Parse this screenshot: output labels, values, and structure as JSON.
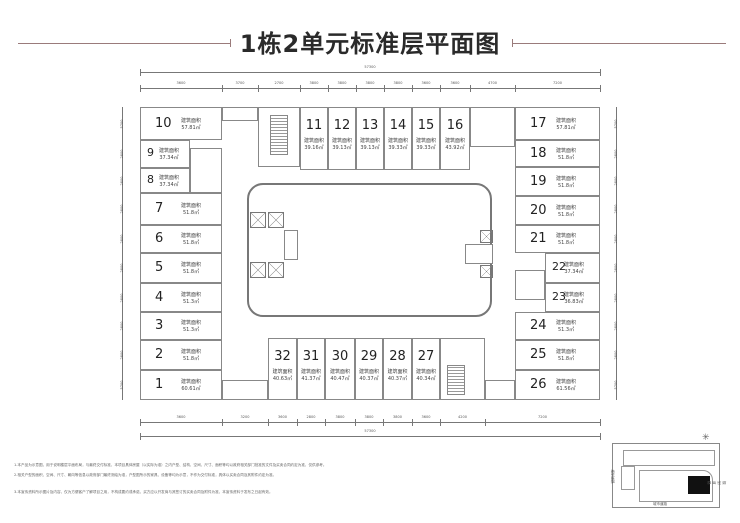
{
  "title": "1栋2单元标准层平面图",
  "dimensions": {
    "total_top": "57300",
    "total_bottom": "57300",
    "top": [
      "3600",
      "3700",
      "2700",
      "3800",
      "3800",
      "3800",
      "3800",
      "3600",
      "3600",
      "4700",
      "7200"
    ],
    "bottom": [
      "3600",
      "3200",
      "3600",
      "2800",
      "3800",
      "3800",
      "3800",
      "3600",
      "4200",
      "7200"
    ],
    "left": [
      "5700",
      "2800",
      "2800",
      "2800",
      "2800",
      "2800",
      "2800",
      "2800",
      "2800",
      "5700"
    ],
    "right": [
      "5700",
      "2800",
      "2800",
      "2800",
      "2800",
      "2800",
      "2800",
      "2800",
      "2800",
      "5700"
    ]
  },
  "area_label": "建筑面积",
  "units": [
    {
      "no": "1",
      "area": "60.61㎡"
    },
    {
      "no": "2",
      "area": "51.8㎡"
    },
    {
      "no": "3",
      "area": "51.3㎡"
    },
    {
      "no": "4",
      "area": "51.3㎡"
    },
    {
      "no": "5",
      "area": "51.8㎡"
    },
    {
      "no": "6",
      "area": "51.8㎡"
    },
    {
      "no": "7",
      "area": "51.8㎡"
    },
    {
      "no": "8",
      "area": "37.34㎡"
    },
    {
      "no": "9",
      "area": "37.34㎡"
    },
    {
      "no": "10",
      "area": "57.81㎡"
    },
    {
      "no": "11",
      "area": "39.16㎡"
    },
    {
      "no": "12",
      "area": "39.13㎡"
    },
    {
      "no": "13",
      "area": "39.13㎡"
    },
    {
      "no": "14",
      "area": "39.33㎡"
    },
    {
      "no": "15",
      "area": "39.33㎡"
    },
    {
      "no": "16",
      "area": "43.92㎡"
    },
    {
      "no": "17",
      "area": "57.81㎡"
    },
    {
      "no": "18",
      "area": "51.8㎡"
    },
    {
      "no": "19",
      "area": "51.8㎡"
    },
    {
      "no": "20",
      "area": "51.8㎡"
    },
    {
      "no": "21",
      "area": "51.8㎡"
    },
    {
      "no": "22",
      "area": "37.34㎡"
    },
    {
      "no": "23",
      "area": "36.83㎡"
    },
    {
      "no": "24",
      "area": "51.3㎡"
    },
    {
      "no": "25",
      "area": "51.8㎡"
    },
    {
      "no": "26",
      "area": "61.56㎡"
    },
    {
      "no": "27",
      "area": "40.34㎡"
    },
    {
      "no": "28",
      "area": "40.37㎡"
    },
    {
      "no": "29",
      "area": "40.37㎡"
    },
    {
      "no": "30",
      "area": "40.47㎡"
    },
    {
      "no": "31",
      "area": "41.37㎡"
    },
    {
      "no": "32",
      "area": "40.63㎡"
    }
  ],
  "notes": [
    "1.本产品为示意图，用于说明楼层平面布局，与最终交付标准，本项目具体房屋（以实际为准）之内户型、结构、空间、尺寸、面积等均以政府相关部门批准的文件及买卖合同约定为准，仅供参考。",
    "2.相关户型的面积、空间、尺寸、朝向等信息以政府部门最终测绘为准，户型图所示的家具、设备等均为示意，不作为交付标准，具体以买卖合同及其附件约定为准。",
    "3.本宣传资料所示图片及内容，仅为方便客户了解项目之用，不构成要约或承诺，买方应以开发商与其签订的买卖合同及附件为准，本宣传资料于发布之日起有效。"
  ],
  "site_map": {
    "road_bottom": "城市道路",
    "road_left": "规划道路",
    "road_right": "规划道路"
  }
}
